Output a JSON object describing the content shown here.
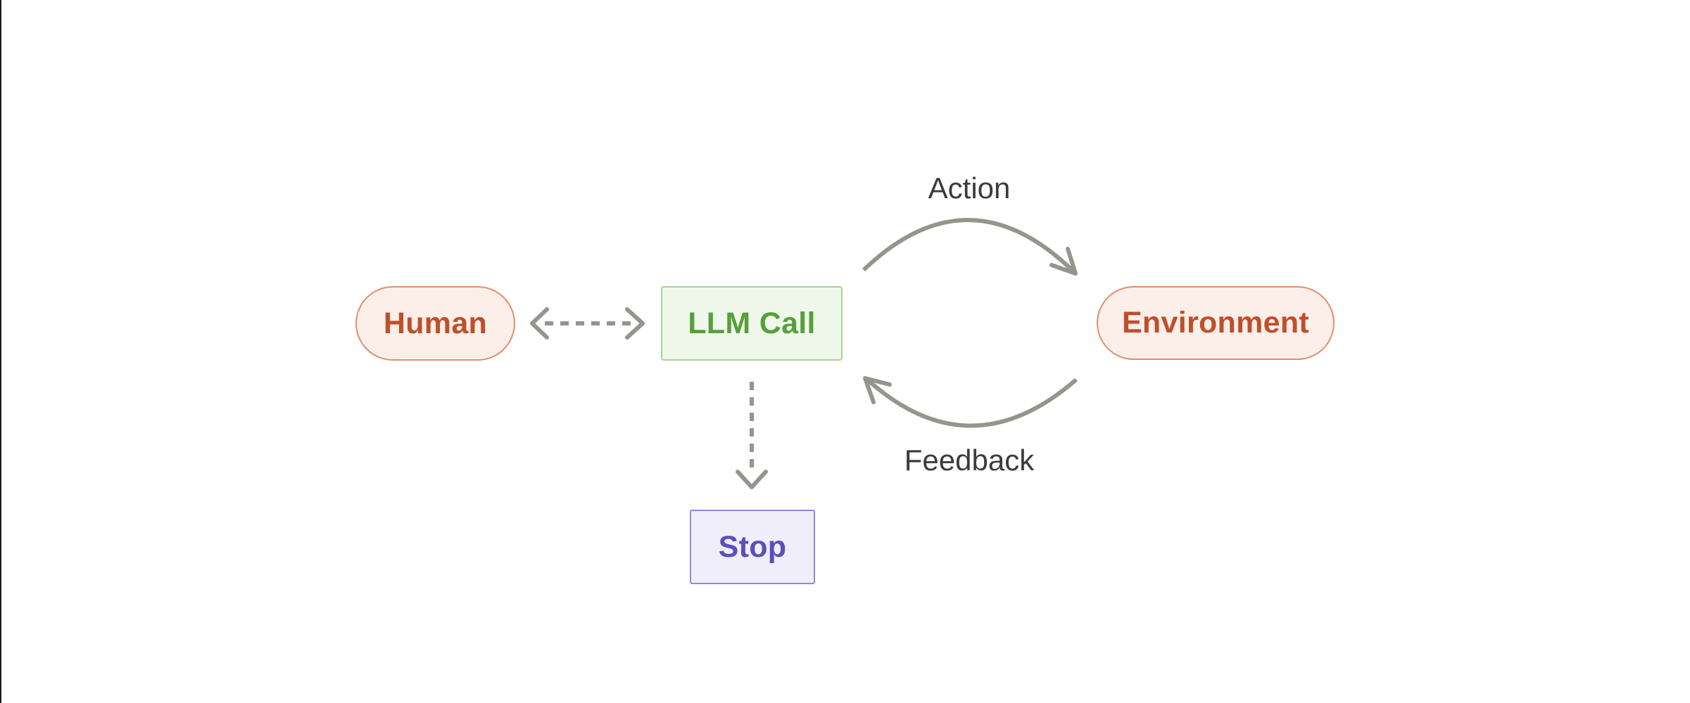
{
  "colors": {
    "canvas-bg": "#ffffff",
    "edge-line": "#95958d",
    "edge-label": "#3b3b3b",
    "human-fill": "#fcefe9",
    "human-border": "#e18f6e",
    "human-text": "#bf4f2b",
    "llm-fill": "#f0f8ec",
    "llm-border": "#a9d093",
    "llm-text": "#56a039",
    "stop-fill": "#efeefa",
    "stop-border": "#8f88d8",
    "stop-text": "#5a4fba",
    "screen-edge": "#1c1c1c"
  },
  "diagram": {
    "nodes": {
      "human": {
        "label": "Human",
        "shape": "pill"
      },
      "llm_call": {
        "label": "LLM Call",
        "shape": "rect"
      },
      "environment": {
        "label": "Environment",
        "shape": "pill"
      },
      "stop": {
        "label": "Stop",
        "shape": "rect"
      }
    },
    "edges": {
      "human_llm": {
        "label": "",
        "style": "dashed",
        "direction": "bidirectional"
      },
      "action": {
        "label": "Action",
        "style": "solid-curve",
        "direction": "llm_call-to-environment"
      },
      "feedback": {
        "label": "Feedback",
        "style": "solid-curve",
        "direction": "environment-to-llm_call"
      },
      "llm_stop": {
        "label": "",
        "style": "dashed",
        "direction": "llm_call-to-stop"
      }
    }
  }
}
